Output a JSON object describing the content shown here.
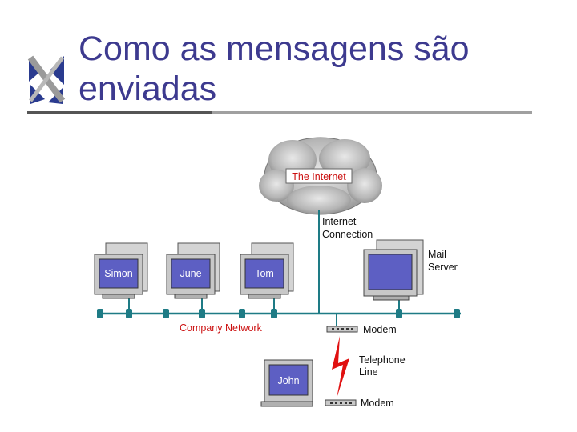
{
  "slide": {
    "title_line1": "Como as mensagens são",
    "title_line2": "enviadas"
  },
  "diagram": {
    "cloud_label": "The Internet",
    "internet_connection": [
      "Internet",
      "Connection"
    ],
    "mail_server": [
      "Mail",
      "Server"
    ],
    "computers": [
      "Simon",
      "June",
      "Tom"
    ],
    "company_network": "Company Network",
    "modem_top": "Modem",
    "telephone_line": [
      "Telephone",
      "Line"
    ],
    "remote_computer": "John",
    "modem_bottom": "Modem"
  },
  "colors": {
    "title": "#3d3a8f",
    "network_line": "#1e7b85",
    "screen": "#5d5fc3",
    "label_red": "#cc1111",
    "lightning": "#e01010"
  }
}
